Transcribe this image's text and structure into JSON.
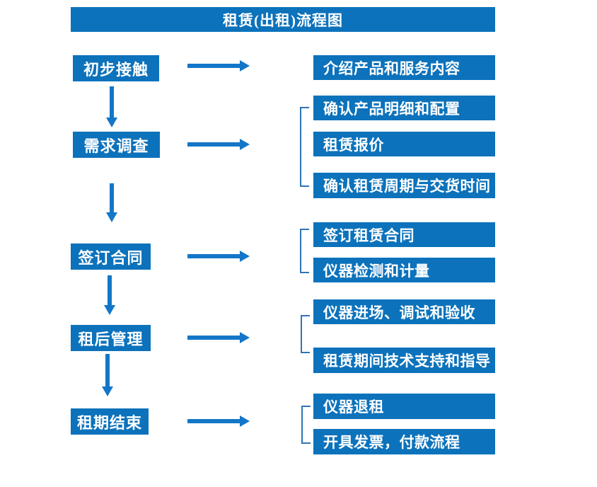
{
  "title": "租赁(出租)流程图",
  "colors": {
    "box_blue": "#0c72bb",
    "arrow_blue": "#1476c8",
    "bracket_blue": "#2e75b6",
    "text_white": "#ffffff"
  },
  "left_steps": [
    {
      "label": "初步接触"
    },
    {
      "label": "需求调查"
    },
    {
      "label": "签订合同"
    },
    {
      "label": "租后管理"
    },
    {
      "label": "租期结束"
    }
  ],
  "right_steps": [
    {
      "label": "介绍产品和服务内容"
    },
    {
      "label": "确认产品明细和配置"
    },
    {
      "label": "租赁报价"
    },
    {
      "label": "确认租赁周期与交货时间"
    },
    {
      "label": "签订租赁合同"
    },
    {
      "label": "仪器检测和计量"
    },
    {
      "label": "仪器进场、调试和验收"
    },
    {
      "label": "租赁期间技术支持和指导"
    },
    {
      "label": "仪器退租"
    },
    {
      "label": "开具发票，付款流程"
    }
  ]
}
